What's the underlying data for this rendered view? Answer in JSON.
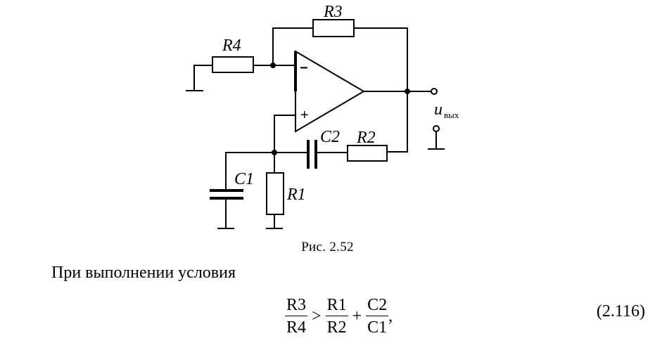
{
  "diagram": {
    "labels": {
      "r3": "R3",
      "r4": "R4",
      "c2": "C2",
      "r2": "R2",
      "c1": "C1",
      "r1": "R1",
      "out_var": "u",
      "out_sub": "вых",
      "minus": "−",
      "plus": "+"
    }
  },
  "caption": "Рис. 2.52",
  "paragraph": "При выполнении условия",
  "formula": {
    "term1": {
      "num": "R3",
      "den": "R4"
    },
    "op1": ">",
    "term2": {
      "num": "R1",
      "den": "R2"
    },
    "op2": "+",
    "term3": {
      "num": "C2",
      "den": "C1"
    },
    "trail": ",",
    "number": "(2.116)"
  }
}
